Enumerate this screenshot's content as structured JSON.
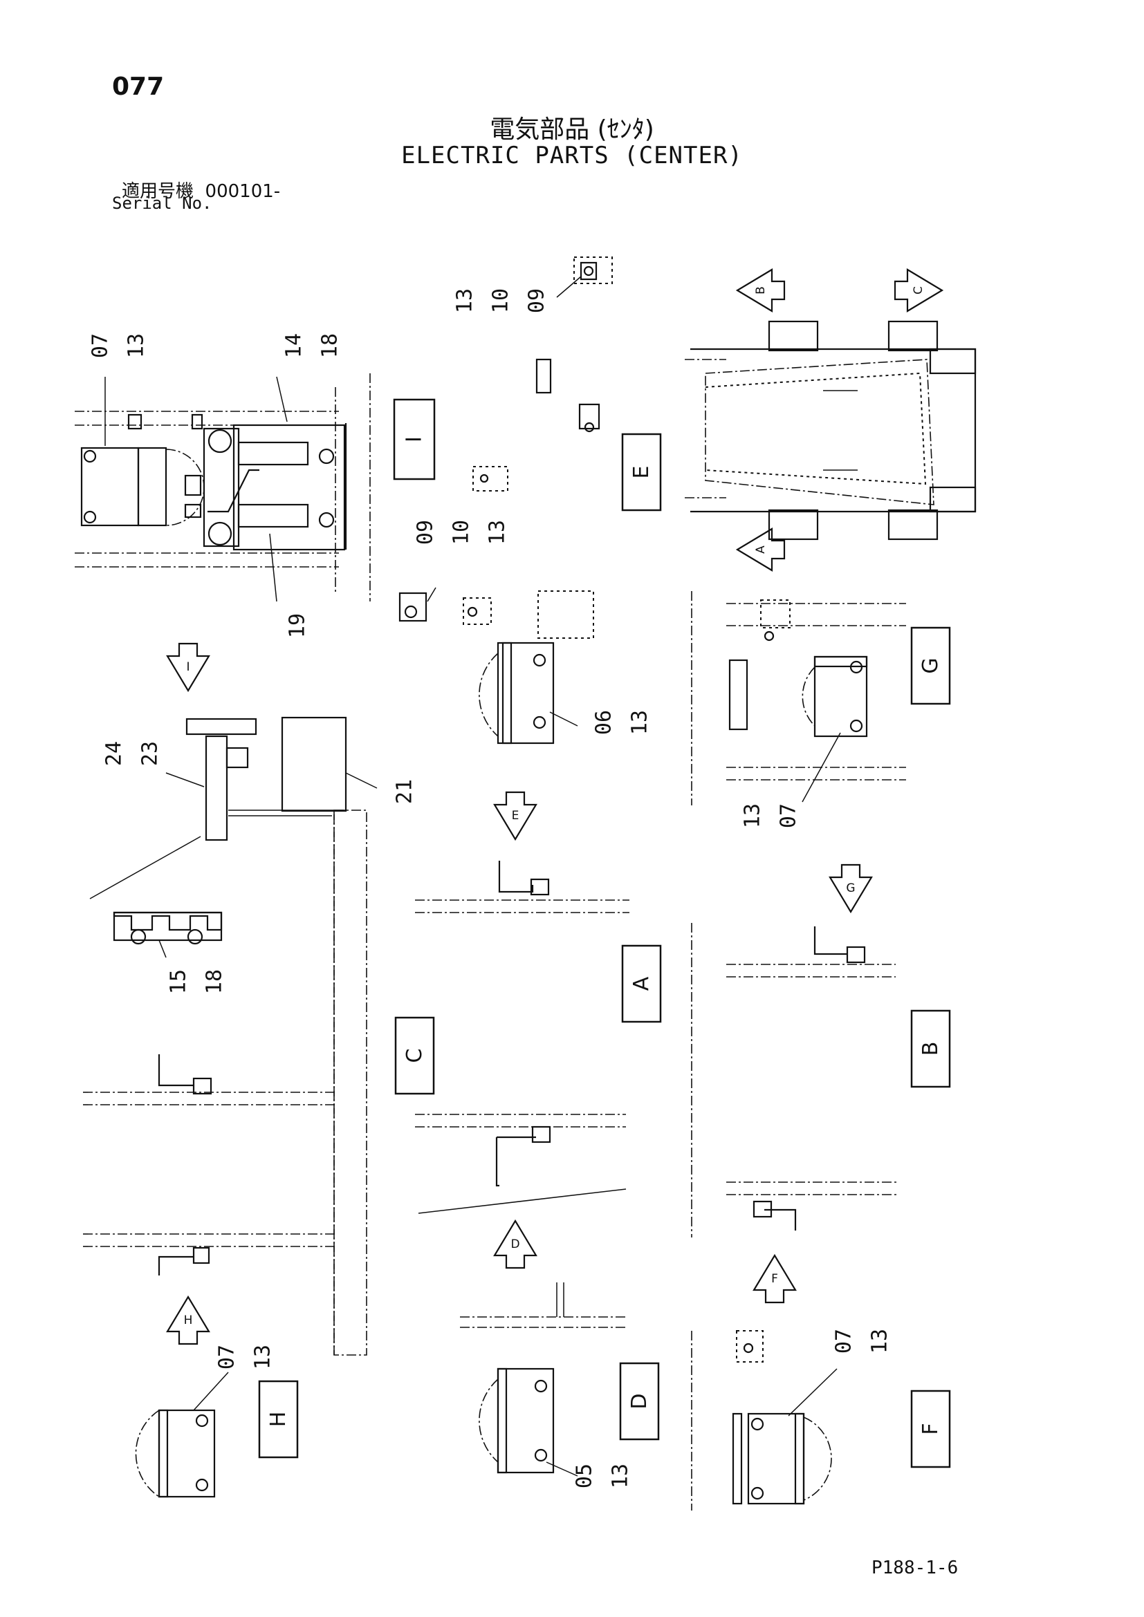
{
  "page_number": "077",
  "title_jp": "電気部品 (ｾﾝﾀ)",
  "title_en": "ELECTRIC PARTS (CENTER)",
  "serial_label_jp": "適用号機",
  "serial_value": "000101-",
  "serial_label_en": "Serial No.",
  "footer_code": "P188-1-6",
  "part_groups": [
    {
      "id": "g-07-13-top",
      "parts": [
        "07",
        "13"
      ]
    },
    {
      "id": "g-14-18",
      "parts": [
        "14",
        "18"
      ]
    },
    {
      "id": "g-19",
      "parts": [
        "19"
      ]
    },
    {
      "id": "g-13-10-09-top",
      "parts": [
        "13",
        "10",
        "09"
      ]
    },
    {
      "id": "g-09-10-13-mid",
      "parts": [
        "09",
        "10",
        "13"
      ]
    },
    {
      "id": "g-24-23",
      "parts": [
        "24",
        "23"
      ]
    },
    {
      "id": "g-21",
      "parts": [
        "21"
      ]
    },
    {
      "id": "g-06-13",
      "parts": [
        "06",
        "13"
      ]
    },
    {
      "id": "g-13-07-right",
      "parts": [
        "13",
        "07"
      ]
    },
    {
      "id": "g-15-18",
      "parts": [
        "15",
        "18"
      ]
    },
    {
      "id": "g-07-13-h",
      "parts": [
        "07",
        "13"
      ]
    },
    {
      "id": "g-05-13",
      "parts": [
        "05",
        "13"
      ]
    },
    {
      "id": "g-07-13-f",
      "parts": [
        "07",
        "13"
      ]
    }
  ],
  "view_labels": [
    "I",
    "E",
    "G",
    "A",
    "C",
    "B",
    "D",
    "H",
    "F"
  ],
  "view_arrows": [
    "B",
    "C",
    "A",
    "I",
    "E",
    "G",
    "D",
    "F",
    "H"
  ]
}
